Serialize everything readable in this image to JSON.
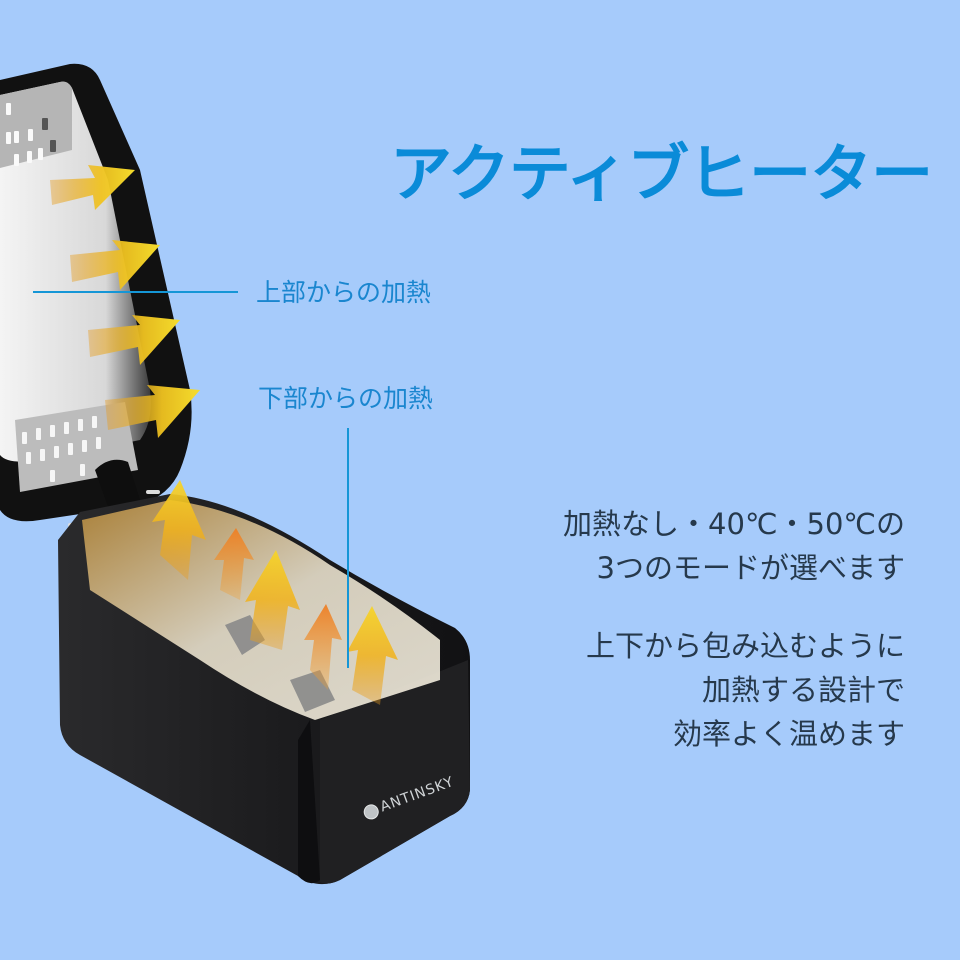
{
  "colors": {
    "background": "#a6cbfb",
    "title": "#0a8bd8",
    "callout": "#1a86cf",
    "pointer_line": "#1596d6",
    "body_text": "#26394c",
    "device_body": "#1c1c1e",
    "arrow_yellow": "#f2c417",
    "arrow_orange": "#ee8a22"
  },
  "title": "アクティブヒーター",
  "callouts": {
    "top_heating": "上部からの加熱",
    "bottom_heating": "下部からの加熱"
  },
  "description": {
    "modes": {
      "line1": "加熱なし・40℃・50℃の",
      "line2": "3つのモードが選べます"
    },
    "design": {
      "line1": "上下から包み込むように",
      "line2": "加熱する設計で",
      "line3": "効率よく温めます"
    }
  },
  "product": {
    "brand": "ANTINSKY",
    "icons": [
      "heat-arrow-icon",
      "brand-logo-icon"
    ]
  }
}
